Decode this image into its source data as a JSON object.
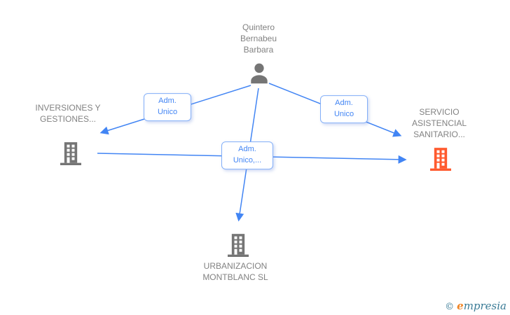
{
  "colors": {
    "edge": "#4285f4",
    "label-border": "#82aef8",
    "label-text": "#4285f4",
    "node-text": "#828282",
    "icon-gray": "#757575",
    "icon-orange": "#ff5a2e",
    "bg": "#ffffff",
    "logo-teal": "#3a7b96",
    "logo-orange": "#f08424"
  },
  "person": {
    "name": "Quintero Bernabeu Barbara"
  },
  "companies": [
    {
      "label": "INVERSIONES Y GESTIONES..."
    },
    {
      "label": "SERVICIO ASISTENCIAL SANITARIO..."
    },
    {
      "label": "URBANIZACION MONTBLANC SL"
    }
  ],
  "edge_labels": [
    {
      "text": "Adm. Unico"
    },
    {
      "text": "Adm. Unico"
    },
    {
      "text": "Adm. Unico,..."
    }
  ],
  "watermark": {
    "copyright": "©",
    "brand_initial": "e",
    "brand_rest": "mpresia"
  }
}
